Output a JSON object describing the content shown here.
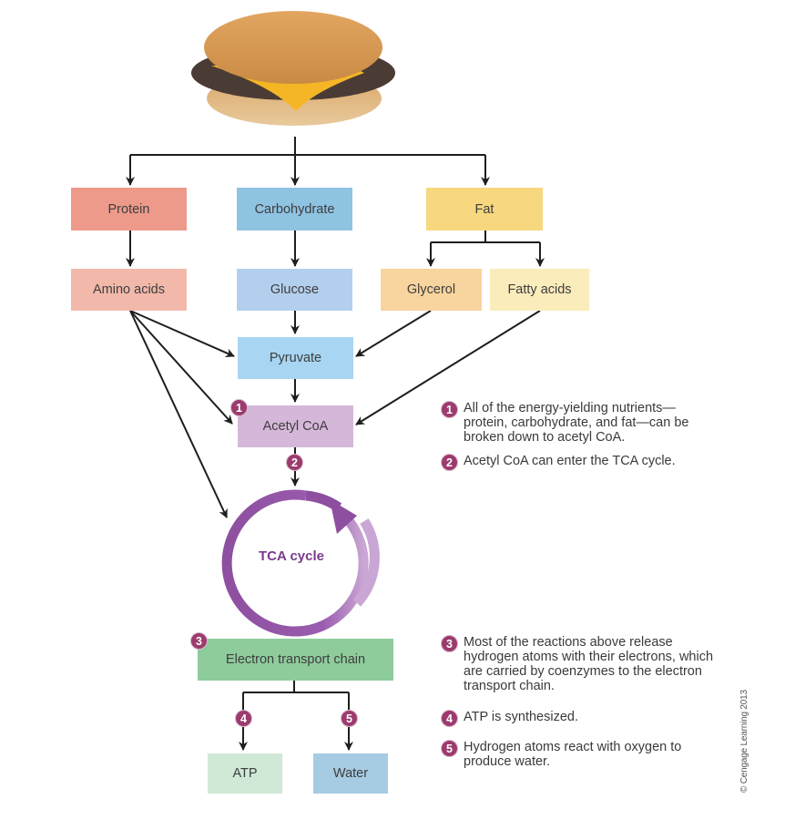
{
  "food_icon": "cheeseburger-illustration",
  "nutrients": {
    "protein": {
      "label": "Protein",
      "color": "#ee9a8a"
    },
    "carbohydrate": {
      "label": "Carbohydrate",
      "color": "#8fc3e2"
    },
    "fat": {
      "label": "Fat",
      "color": "#f7d87e"
    }
  },
  "breakdown": {
    "amino_acids": {
      "label": "Amino acids",
      "color": "#f2b9ab"
    },
    "glucose": {
      "label": "Glucose",
      "color": "#b3cfee"
    },
    "glycerol": {
      "label": "Glycerol",
      "color": "#f8d49e"
    },
    "fatty_acids": {
      "label": "Fatty acids",
      "color": "#fbecbc"
    }
  },
  "pyruvate": {
    "label": "Pyruvate",
    "color": "#a8d5f2"
  },
  "acetyl_coa": {
    "label": "Acetyl CoA",
    "color": "#d5b7d9"
  },
  "tca_cycle": {
    "label": "TCA cycle",
    "color": "#8e4fa0"
  },
  "etc": {
    "label": "Electron transport chain",
    "color": "#8fcc9c"
  },
  "products": {
    "atp": {
      "label": "ATP",
      "color": "#cfe9d6"
    },
    "water": {
      "label": "Water",
      "color": "#a6cbe2"
    }
  },
  "badge_color": "#9b3b6e",
  "steps": [
    {
      "num": "1",
      "text": "All of the energy-yielding nutrients—protein, carbohydrate, and fat—can be broken down to acetyl CoA."
    },
    {
      "num": "2",
      "text": "Acetyl CoA can enter the TCA cycle."
    },
    {
      "num": "3",
      "text": "Most of the reactions above release hydrogen atoms with their electrons, which are carried by coenzymes to the electron transport chain."
    },
    {
      "num": "4",
      "text": "ATP is synthesized."
    },
    {
      "num": "5",
      "text": "Hydrogen atoms react with oxygen to produce water."
    }
  ],
  "copyright": "© Cengage Learning 2013"
}
